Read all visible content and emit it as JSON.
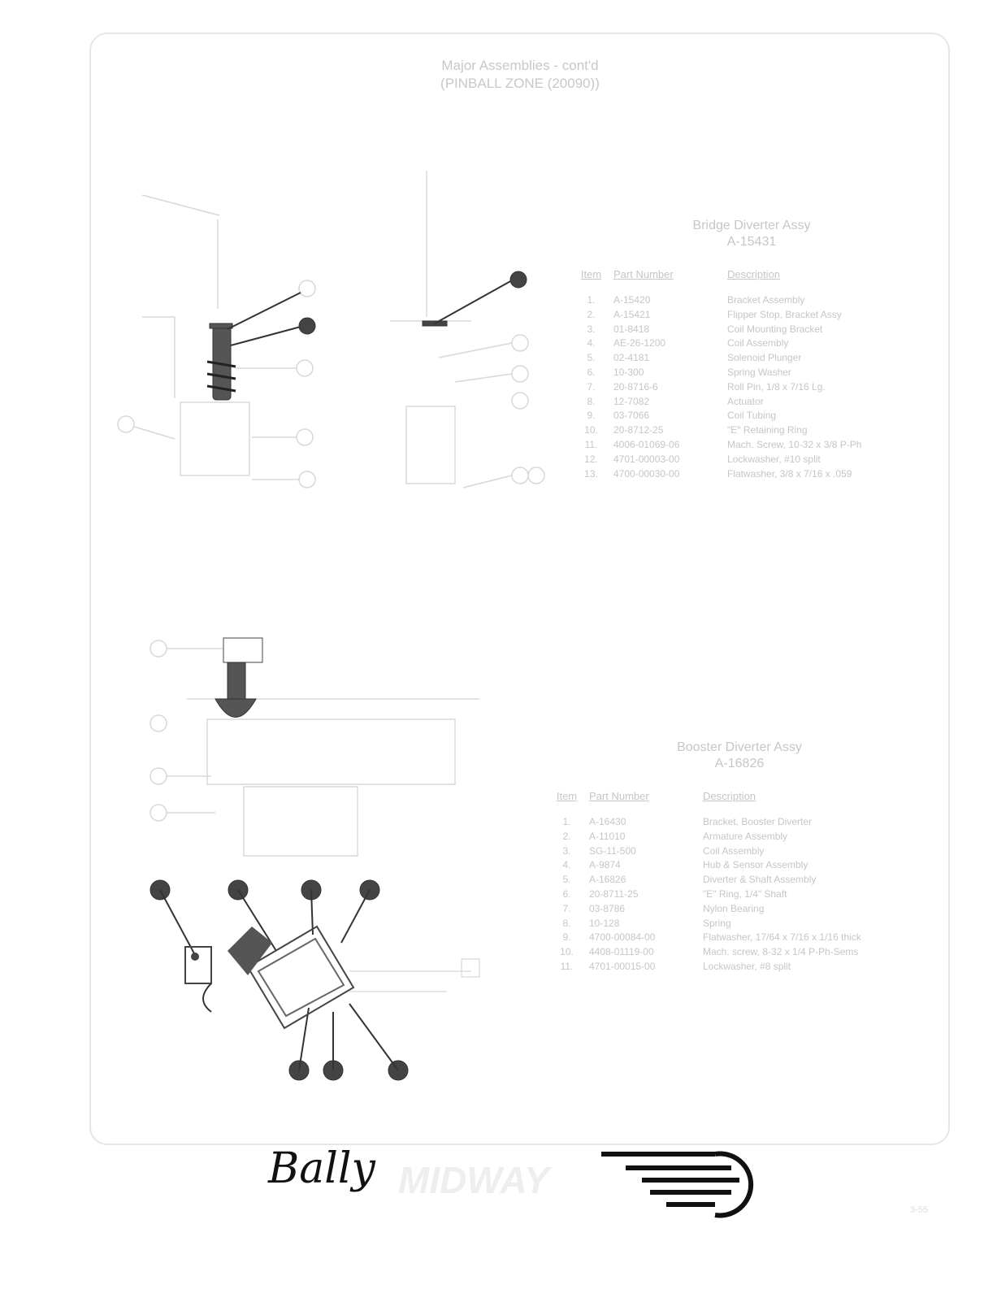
{
  "header": {
    "line1": "Major Assemblies - cont'd",
    "line2": "(PINBALL ZONE (20090))"
  },
  "bridge": {
    "title": "Bridge Diverter Assy",
    "number": "A-15431",
    "columns": [
      "Item",
      "Part Number",
      "Description"
    ],
    "rows": [
      [
        "1.",
        "A-15420",
        "Bracket Assembly"
      ],
      [
        "2.",
        "A-15421",
        "Flipper Stop, Bracket Assy"
      ],
      [
        "3.",
        "01-8418",
        "Coil Mounting Bracket"
      ],
      [
        "4.",
        "AE-26-1200",
        "Coil Assembly"
      ],
      [
        "5.",
        "02-4181",
        "Solenoid Plunger"
      ],
      [
        "6.",
        "10-300",
        "Spring Washer"
      ],
      [
        "7.",
        "20-8716-6",
        "Roll Pin, 1/8 x 7/16 Lg."
      ],
      [
        "8.",
        "12-7082",
        "Actuator"
      ],
      [
        "9.",
        "03-7066",
        "Coil Tubing"
      ],
      [
        "10.",
        "20-8712-25",
        "\"E\" Retaining Ring"
      ],
      [
        "11.",
        "4006-01069-06",
        "Mach. Screw, 10-32 x 3/8 P-Ph"
      ],
      [
        "12.",
        "4701-00003-00",
        "Lockwasher, #10 split"
      ],
      [
        "13.",
        "4700-00030-00",
        "Flatwasher, 3/8 x 7/16 x .059"
      ]
    ]
  },
  "booster": {
    "title": "Booster Diverter Assy",
    "number": "A-16826",
    "columns": [
      "Item",
      "Part Number",
      "Description"
    ],
    "rows": [
      [
        "1.",
        "A-16430",
        "Bracket, Booster Diverter"
      ],
      [
        "2.",
        "A-11010",
        "Armature Assembly"
      ],
      [
        "3.",
        "SG-11-500",
        "Coil Assembly"
      ],
      [
        "4.",
        "A-9874",
        "Hub & Sensor Assembly"
      ],
      [
        "5.",
        "A-16826",
        "Diverter & Shaft Assembly"
      ],
      [
        "6.",
        "20-8711-25",
        "\"E\" Ring, 1/4\" Shaft"
      ],
      [
        "7.",
        "03-8786",
        "Nylon Bearing"
      ],
      [
        "8.",
        "10-128",
        "Spring"
      ],
      [
        "9.",
        "4700-00084-00",
        "Flatwasher, 17/64 x 7/16 x 1/16 thick"
      ],
      [
        "10.",
        "4408-01119-00",
        "Mach. screw, 8-32 x 1/4 P-Ph-Sems"
      ],
      [
        "11.",
        "4701-00015-00",
        "Lockwasher, #8 split"
      ]
    ]
  },
  "footer": {
    "brand": "Bally",
    "brand2": "MIDWAY",
    "page": "3-55"
  }
}
